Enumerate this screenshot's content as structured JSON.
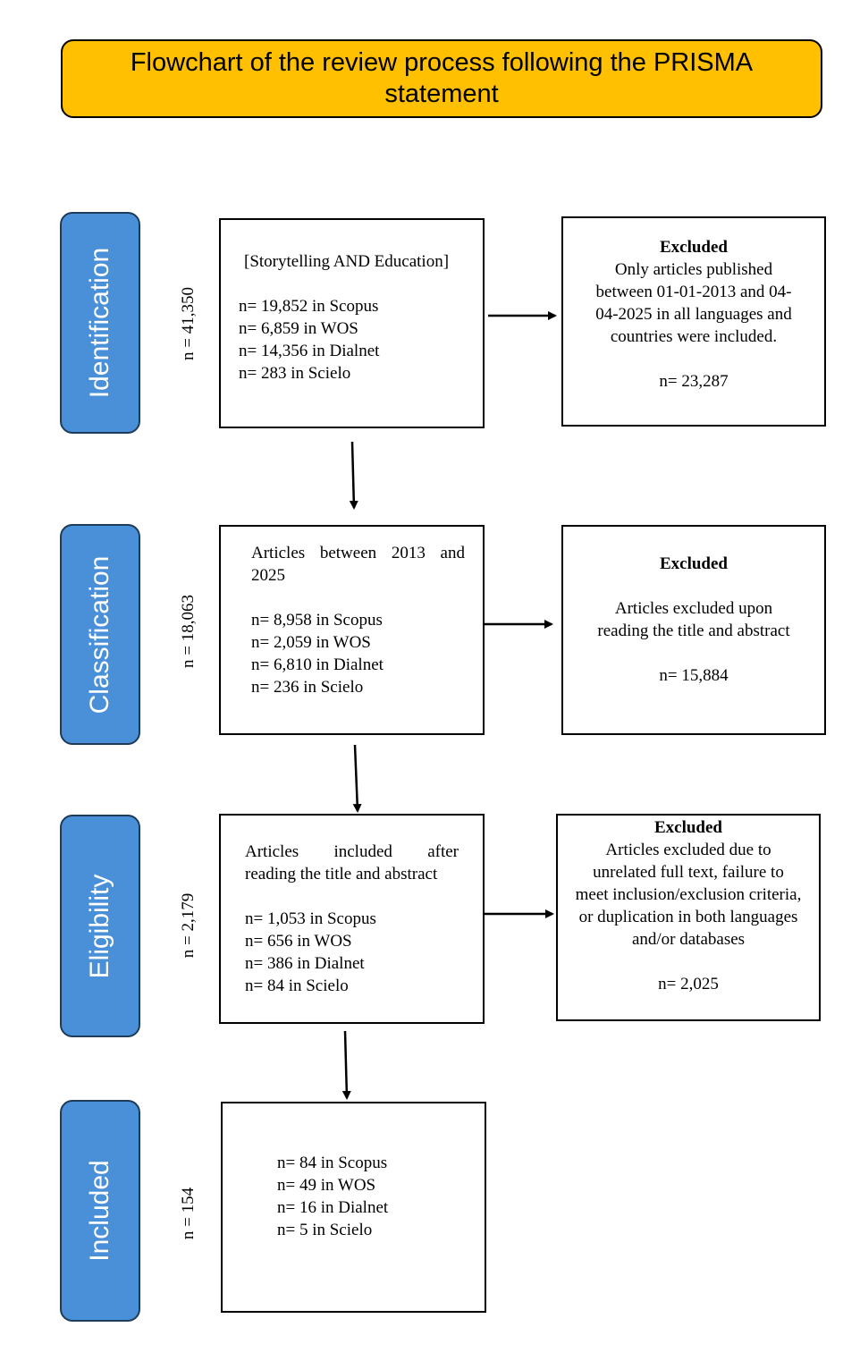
{
  "title": "Flowchart of the review process following the PRISMA statement",
  "stages": [
    {
      "label": "Identification",
      "count": "n = 41,350",
      "main_box": [
        "[Storytelling AND Education]",
        "",
        "n= 19,852 in Scopus",
        "n= 6,859 in WOS",
        "n= 14,356 in Dialnet",
        "n= 283 in Scielo"
      ],
      "excluded": {
        "heading": "Excluded",
        "text": [
          "Only articles published",
          "between 01-01-2013 and 04-",
          "04-2025 in all languages and",
          "countries were included."
        ],
        "count": "n= 23,287"
      }
    },
    {
      "label": "Classification",
      "count": "n = 18,063",
      "main_box": [
        "Articles between 2013 and",
        "2025",
        "",
        "n= 8,958 in Scopus",
        "n= 2,059 in WOS",
        "n= 6,810 in Dialnet",
        "n= 236 in Scielo"
      ],
      "excluded": {
        "heading": "Excluded",
        "text": [
          "Articles excluded upon",
          "reading the title and abstract"
        ],
        "count": "n= 15,884"
      }
    },
    {
      "label": "Eligibility",
      "count": "n = 2,179",
      "main_box": [
        "Articles included after",
        "reading the title and abstract",
        "",
        "n= 1,053 in Scopus",
        "n= 656 in WOS",
        "n= 386 in Dialnet",
        "n= 84 in Scielo"
      ],
      "excluded": {
        "heading": "Excluded",
        "text": [
          "Articles excluded due to",
          "unrelated full text, failure to",
          "meet inclusion/exclusion criteria,",
          "or duplication in both languages",
          "and/or databases"
        ],
        "count": "n= 2,025"
      }
    },
    {
      "label": "Included",
      "count": "n = 154",
      "main_box": [
        "n= 84 in Scopus",
        "n= 49 in WOS",
        "n= 16 in Dialnet",
        "n= 5 in Scielo"
      ]
    }
  ],
  "colors": {
    "title_fill": "#fec000",
    "stage_fill": "#4a90d9",
    "stage_text": "#ffffff"
  }
}
